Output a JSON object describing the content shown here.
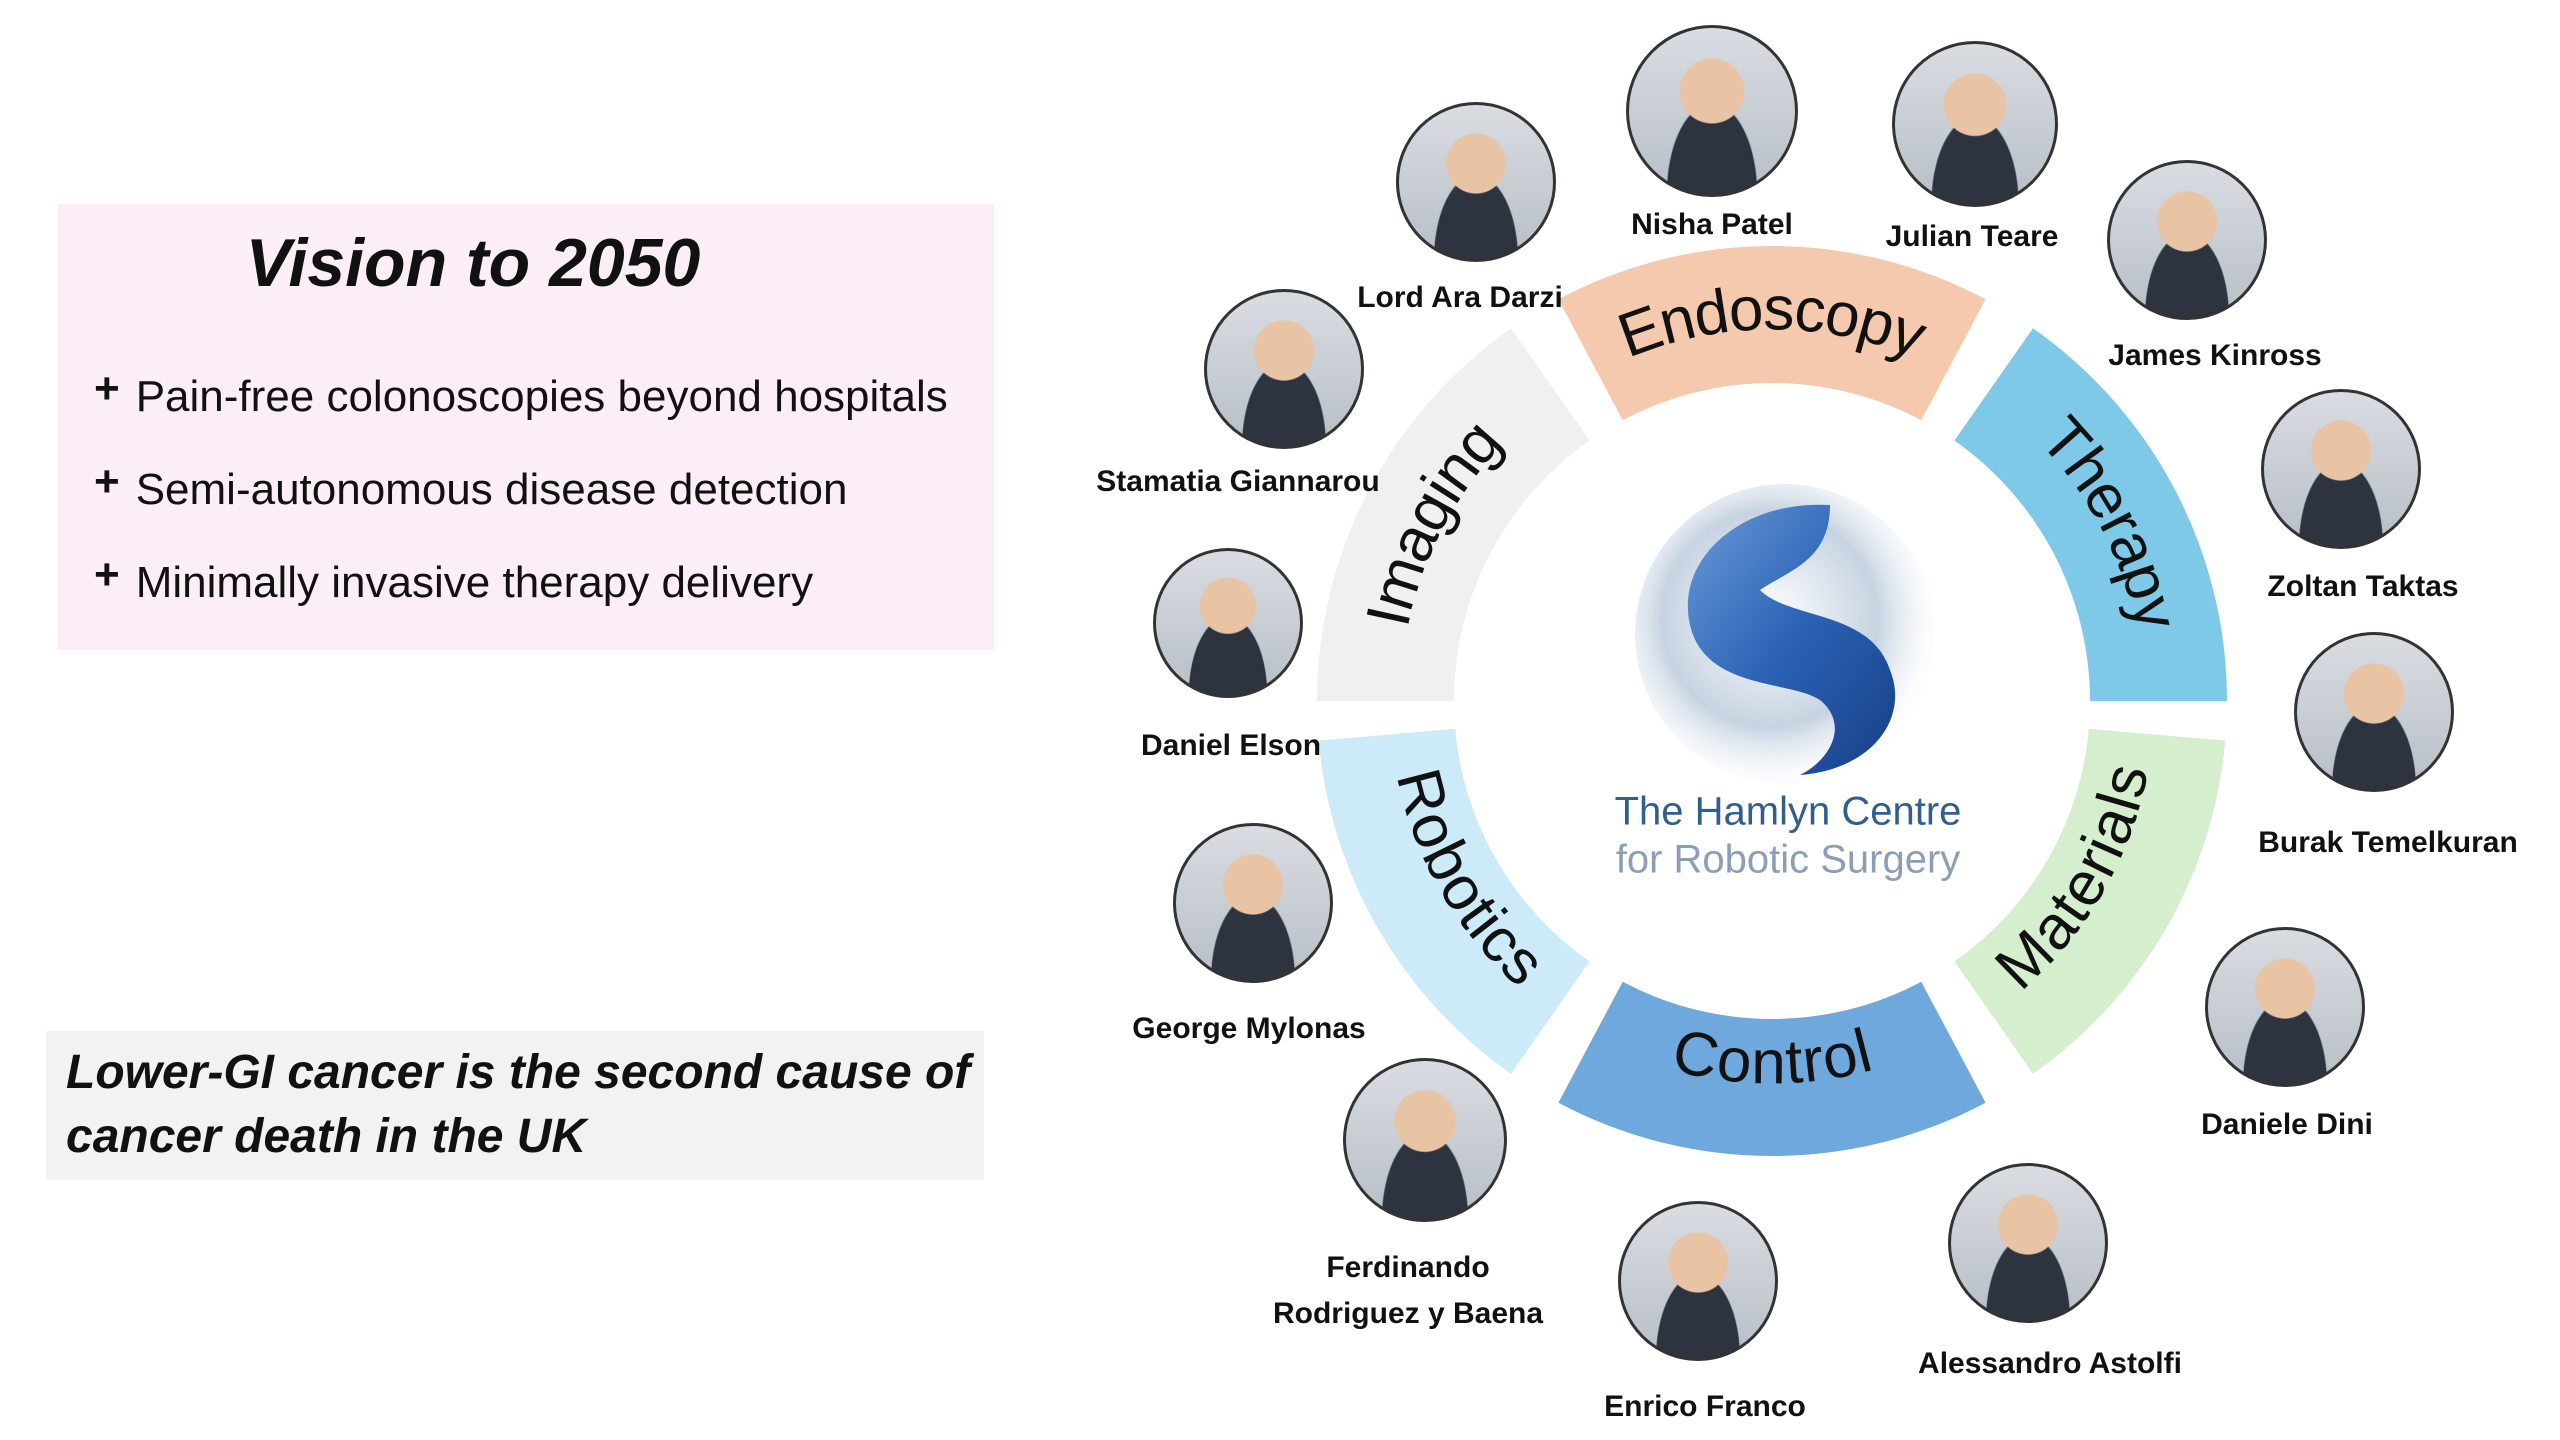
{
  "vision": {
    "title": "Vision to 2050",
    "bullet_symbol": "+",
    "bullets": [
      "Pain-free colonoscopies beyond hospitals",
      "Semi-autonomous disease detection",
      "Minimally invasive therapy delivery"
    ]
  },
  "fact": {
    "lines": [
      "Lower-GI cancer is the second cause of",
      "cancer death in the UK"
    ]
  },
  "wheel": {
    "segments": [
      {
        "label": "Therapy",
        "color": "#7ec8e8"
      },
      {
        "label": "Materials",
        "color": "#d5efce"
      },
      {
        "label": "Control",
        "color": "#6fa8dc"
      },
      {
        "label": "Robotics",
        "color": "#cdeaf8"
      },
      {
        "label": "Imaging",
        "color": "#f0f0f0"
      },
      {
        "label": "Endoscopy",
        "color": "#f5c9ad"
      }
    ],
    "logo": {
      "line1": "The Hamlyn Centre",
      "line2": "for Robotic Surgery"
    }
  },
  "people": [
    {
      "name": "Lord Ara Darzi"
    },
    {
      "name": "Nisha Patel"
    },
    {
      "name": "Julian Teare"
    },
    {
      "name": "James Kinross"
    },
    {
      "name": "Zoltan Taktas"
    },
    {
      "name": "Burak Temelkuran"
    },
    {
      "name": "Daniele Dini"
    },
    {
      "name": "Alessandro Astolfi"
    },
    {
      "name": "Enrico Franco"
    },
    {
      "name": "Ferdinando Rodriguez y Baena",
      "line1": "Ferdinando",
      "line2": "Rodriguez y Baena"
    },
    {
      "name": "George Mylonas"
    },
    {
      "name": "Daniel Elson"
    },
    {
      "name": "Stamatia Giannarou"
    }
  ]
}
